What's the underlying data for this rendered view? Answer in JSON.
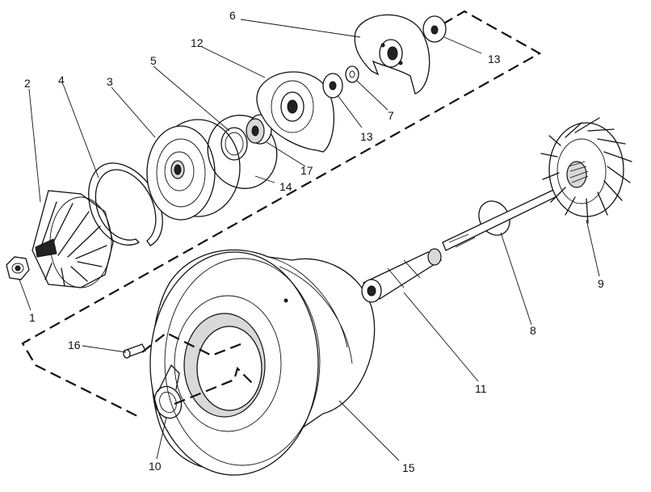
{
  "diagram": {
    "callouts": [
      {
        "id": "1",
        "text": "1"
      },
      {
        "id": "2",
        "text": "2"
      },
      {
        "id": "3",
        "text": "3"
      },
      {
        "id": "4",
        "text": "4"
      },
      {
        "id": "5",
        "text": "5"
      },
      {
        "id": "6",
        "text": "6"
      },
      {
        "id": "7",
        "text": "7"
      },
      {
        "id": "8",
        "text": "8"
      },
      {
        "id": "9",
        "text": "9"
      },
      {
        "id": "10",
        "text": "10"
      },
      {
        "id": "11",
        "text": "11"
      },
      {
        "id": "12",
        "text": "12"
      },
      {
        "id": "13a",
        "text": "13"
      },
      {
        "id": "13b",
        "text": "13"
      },
      {
        "id": "14",
        "text": "14"
      },
      {
        "id": "15",
        "text": "15"
      },
      {
        "id": "16",
        "text": "16"
      },
      {
        "id": "17",
        "text": "17"
      }
    ]
  }
}
